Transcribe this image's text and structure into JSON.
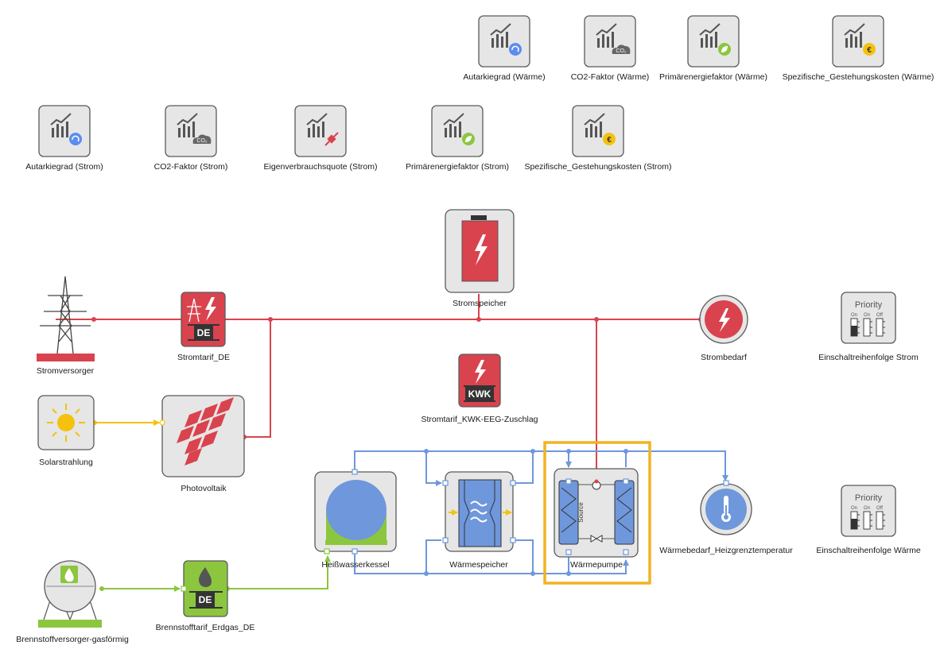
{
  "kpi_heat": [
    {
      "label": "Autarkiegrad (Wärme)",
      "badge": "autarky"
    },
    {
      "label": "CO2-Faktor (Wärme)",
      "badge": "co2"
    },
    {
      "label": "Primärenergiefaktor (Wärme)",
      "badge": "leaf"
    },
    {
      "label": "Spezifische_Gestehungskosten (Wärme)",
      "badge": "euro"
    }
  ],
  "kpi_power": [
    {
      "label": "Autarkiegrad (Strom)",
      "badge": "autarky"
    },
    {
      "label": "CO2-Faktor (Strom)",
      "badge": "co2"
    },
    {
      "label": "Eigenverbrauchsquote (Strom)",
      "badge": "plug"
    },
    {
      "label": "Primärenergiefaktor (Strom)",
      "badge": "leaf"
    },
    {
      "label": "Spezifische_Gestehungskosten (Strom)",
      "badge": "euro"
    }
  ],
  "badges": {
    "co2": "CO₂",
    "euro": "€"
  },
  "nodes": {
    "stromversorger": "Stromversorger",
    "stromtarif": "Stromtarif_DE",
    "stromspeicher": "Stromspeicher",
    "strombedarf": "Strombedarf",
    "einschalt_strom": "Einschaltreihenfolge Strom",
    "solarstrahlung": "Solarstrahlung",
    "photovoltaik": "Photovoltaik",
    "kwk": "Stromtarif_KWK-EEG-Zuschlag",
    "heisswasserkessel": "Heißwasserkessel",
    "waermespeicher": "Wärmespeicher",
    "waermepumpe": "Wärmepumpe",
    "waermebedarf": "Wärmebedarf_Heizgrenztemperatur",
    "einschalt_waerme": "Einschaltreihenfolge Wärme",
    "brennstoffversorger": "Brennstoffversorger-gasförmig",
    "brennstofftarif": "Brennstofftarif_Erdgas_DE"
  },
  "tags": {
    "de": "DE",
    "kwk": "KWK",
    "source": "Source"
  },
  "priority": {
    "title": "Priority",
    "states": [
      "On",
      "On",
      "Off"
    ]
  },
  "colors": {
    "power": "#d9434e",
    "solar": "#f4c20d",
    "fuel": "#8cc63f",
    "heat": "#6f97db",
    "selection": "#f0b323",
    "kpi_badge_blue": "#5b8def"
  }
}
